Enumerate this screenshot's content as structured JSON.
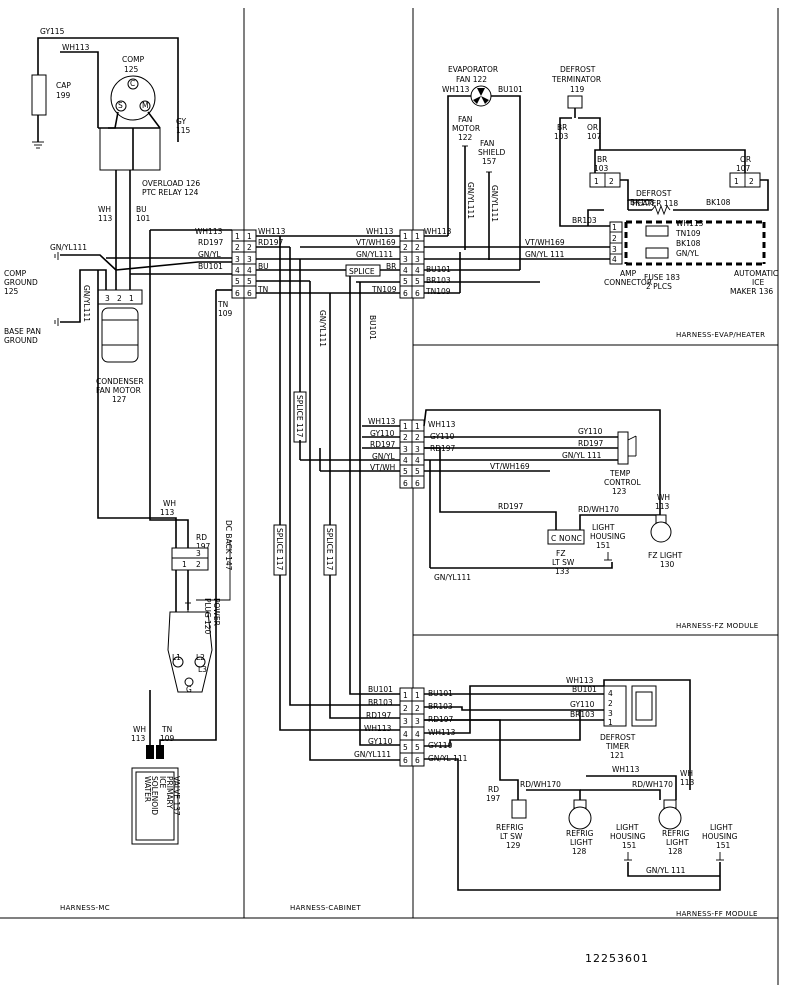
{
  "harness_sections": [
    "HARNESS-MC",
    "HARNESS-CABINET",
    "HARNESS-EVAP/HEATER",
    "HARNESS-FZ MODULE",
    "HARNESS-FF MODULE"
  ],
  "drawing_number": "12253601",
  "components": {
    "cap": [
      "CAP",
      "199"
    ],
    "comp": [
      "COMP",
      "125"
    ],
    "overload": [
      "OVERLOAD 126",
      "PTC RELAY 124"
    ],
    "comp_ground": [
      "COMP",
      "GROUND",
      "125"
    ],
    "base_pan_ground": [
      "BASE PAN",
      "GROUND"
    ],
    "condenser_fan": [
      "CONDENSER",
      "FAN MOTOR",
      "127"
    ],
    "dc_back": "DC BACK 147",
    "power_plug": [
      "POWER",
      "PLUG 120"
    ],
    "ice_valve": [
      "ICE",
      "PRIMARY",
      "SOLENOID",
      "WATER",
      "VALVE 137"
    ],
    "evap_fan": [
      "EVAPORATOR",
      "FAN 122"
    ],
    "fan_motor": [
      "FAN",
      "MOTOR",
      "122"
    ],
    "fan_shield": [
      "FAN",
      "SHIELD",
      "157"
    ],
    "defrost_terminator": [
      "DEFROST",
      "TERMINATOR",
      "119"
    ],
    "defrost_heater": [
      "DEFROST",
      "HEATER 118"
    ],
    "amp_connector": [
      "AMP",
      "CONNECTOR"
    ],
    "fuse": [
      "FUSE 183",
      "2 PLCS"
    ],
    "ice_maker": [
      "AUTOMATIC",
      "ICE",
      "MAKER 136"
    ],
    "temp_control": [
      "TEMP",
      "CONTROL",
      "123"
    ],
    "fz_lt_sw": [
      "FZ",
      "LT SW",
      "133"
    ],
    "fz_light_housing": [
      "LIGHT",
      "HOUSING",
      "151"
    ],
    "fz_light": [
      "FZ LIGHT",
      "130"
    ],
    "defrost_timer": [
      "DEFROST",
      "TIMER",
      "121"
    ],
    "refrig_lt_sw": [
      "REFRIG",
      "LT SW",
      "129"
    ],
    "refrig_light_a": [
      "REFRIG",
      "LIGHT",
      "128"
    ],
    "refrig_light_b": [
      "REFRIG",
      "LIGHT",
      "128"
    ],
    "ff_light_housing_a": [
      "LIGHT",
      "HOUSING",
      "151"
    ],
    "ff_light_housing_b": [
      "LIGHT",
      "HOUSING",
      "151"
    ],
    "splice": "SPLICE",
    "splice_vert": [
      "SPLICE 117",
      "SPLICE 117",
      "SPLICE 117"
    ],
    "switch_terms": [
      "C",
      "NO",
      "NC"
    ],
    "comp_terms": [
      "S",
      "M",
      "C"
    ],
    "plug_terms": [
      "L1",
      "L2",
      "L3",
      "G"
    ],
    "fan_terms": [
      "3",
      "2",
      "1"
    ]
  },
  "pin_numbers": [
    "1",
    "2",
    "3",
    "4",
    "5",
    "6"
  ],
  "wires": {
    "gy115": "GY115",
    "wh113": "WH113",
    "wh": "WH",
    "gy": "GY",
    "n115": "115",
    "n113": "113",
    "n101": "101",
    "n109": "109",
    "n197": "197",
    "n103": "103",
    "n107": "107",
    "bu": "BU",
    "tn": "TN",
    "rd": "RD",
    "br": "BR",
    "or": "OR",
    "rd197": "RD197",
    "gnyl": "GN/YL",
    "bu101": "BU101",
    "gnyl111": "GN/YL111",
    "gnyl111b": "GN/YL 111",
    "vtwh169": "VT/WH169",
    "vtwh169b": "VT/WH169",
    "vtwh": "VT/WH",
    "br103": "BR103",
    "tn109": "TN109",
    "bk108": "BK108",
    "gy110": "GY110",
    "gy110b": "GY 110",
    "rdwh170": "RD/WH170",
    "wh113b": "WH113",
    "gnyl_v": "GN/YL111"
  }
}
